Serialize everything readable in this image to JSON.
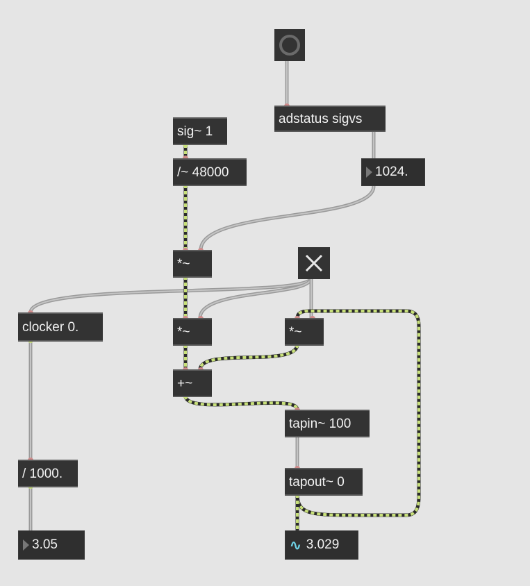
{
  "objects": {
    "adstatus": "adstatus sigvs",
    "sig": "sig~ 1",
    "divide": "/~ 48000",
    "mul1": "*~",
    "mul2": "*~",
    "mul3": "*~",
    "plus": "+~",
    "clocker": "clocker 0.",
    "div1000": "/ 1000.",
    "tapin": "tapin~ 100",
    "tapout": "tapout~ 0"
  },
  "numbers": {
    "vectorsize": "1024.",
    "seconds": "3.05",
    "signal_value": "3.029"
  },
  "icons": {
    "button": "bang-button-icon",
    "toggle": "toggle-x-icon",
    "signal": "signal-wave-icon",
    "signal_glyph": "∿"
  },
  "colors": {
    "background": "#e5e5e5",
    "object": "#333333",
    "signal_cord": "#c8e07a",
    "control_cord": "#a8a8a8",
    "signal_icon": "#6fd2e6"
  }
}
